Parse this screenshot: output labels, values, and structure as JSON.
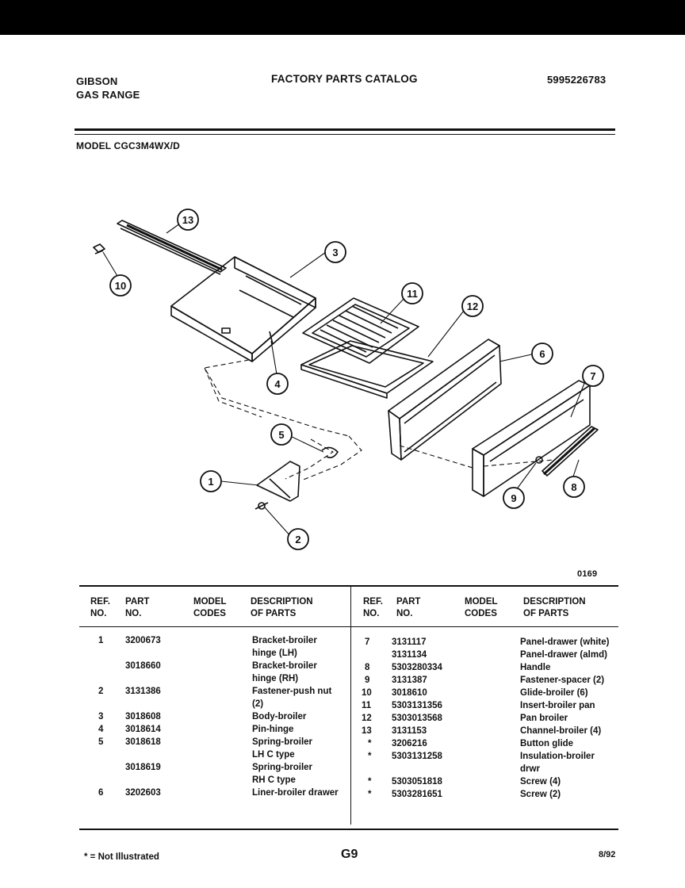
{
  "header": {
    "brand": "GIBSON",
    "product": "GAS RANGE",
    "catalog_title": "FACTORY PARTS CATALOG",
    "catalog_number": "5995226783",
    "model_line": "MODEL CGC3M4WX/D"
  },
  "diagram": {
    "callouts": [
      "1",
      "2",
      "3",
      "4",
      "5",
      "6",
      "7",
      "8",
      "9",
      "10",
      "11",
      "12",
      "13"
    ],
    "figure_code": "0169"
  },
  "table": {
    "headers": {
      "ref": "REF.\nNO.",
      "part": "PART\nNO.",
      "model": "MODEL\nCODES",
      "desc": "DESCRIPTION\nOF PARTS"
    },
    "left_rows": [
      {
        "ref": "1",
        "part": "3200673",
        "desc": "Bracket-broiler\nhinge (LH)"
      },
      {
        "ref": "",
        "part": "3018660",
        "desc": "Bracket-broiler\nhinge (RH)"
      },
      {
        "ref": "2",
        "part": "3131386",
        "desc": "Fastener-push nut\n(2)"
      },
      {
        "ref": "3",
        "part": "3018608",
        "desc": "Body-broiler"
      },
      {
        "ref": "4",
        "part": "3018614",
        "desc": "Pin-hinge"
      },
      {
        "ref": "5",
        "part": "3018618",
        "desc": "Spring-broiler\nLH C type"
      },
      {
        "ref": "",
        "part": "3018619",
        "desc": "Spring-broiler\nRH C type"
      },
      {
        "ref": "6",
        "part": "3202603",
        "desc": "Liner-broiler drawer"
      }
    ],
    "right_rows": [
      {
        "ref": "7",
        "part": "3131117",
        "desc": "Panel-drawer (white)"
      },
      {
        "ref": "",
        "part": "3131134",
        "desc": "Panel-drawer (almd)"
      },
      {
        "ref": "8",
        "part": "5303280334",
        "desc": "Handle"
      },
      {
        "ref": "9",
        "part": "3131387",
        "desc": "Fastener-spacer (2)"
      },
      {
        "ref": "10",
        "part": "3018610",
        "desc": "Glide-broiler (6)"
      },
      {
        "ref": "11",
        "part": "5303131356",
        "desc": "Insert-broiler pan"
      },
      {
        "ref": "12",
        "part": "5303013568",
        "desc": "Pan broiler"
      },
      {
        "ref": "13",
        "part": "3131153",
        "desc": "Channel-broiler (4)"
      },
      {
        "ref": "*",
        "part": "3206216",
        "desc": "Button glide"
      },
      {
        "ref": "*",
        "part": "5303131258",
        "desc": "Insulation-broiler\ndrwr"
      },
      {
        "ref": "*",
        "part": "5303051818",
        "desc": "Screw (4)"
      },
      {
        "ref": "*",
        "part": "5303281651",
        "desc": "Screw (2)"
      }
    ]
  },
  "footer": {
    "note": "* = Not Illustrated",
    "page_code": "G9",
    "date": "8/92"
  }
}
